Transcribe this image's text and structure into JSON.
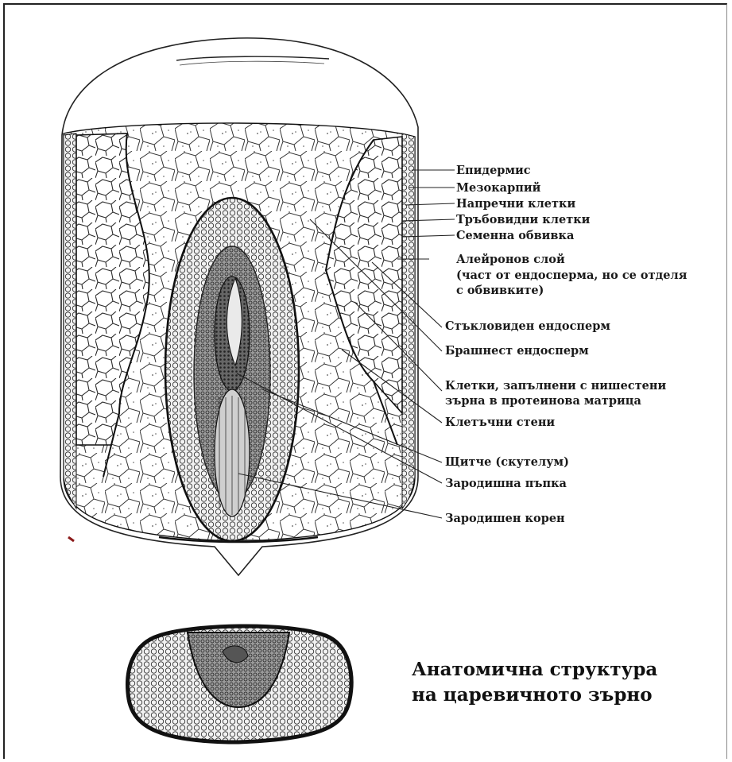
{
  "labels": {
    "epidermis": "Епидермис",
    "mesocarp": "Мезокарпий",
    "cross_cells": "Напречни клетки",
    "tube_cells": "Тръбовидни клетки",
    "seed_coat": "Семенна обвивка",
    "aleurone_1": "Алейронов слой",
    "aleurone_2": "(част от ендосперма, но се отделя",
    "aleurone_3": "с обвивките)",
    "horny_endosperm": "Стъкловиден ендосперм",
    "floury_endosperm": "Брашнест ендосперм",
    "starch_cells_1": "Клетки, запълнени с нишестени",
    "starch_cells_2": "зърна в протеинова матрица",
    "cell_walls": "Клетъчни стени",
    "scutellum": "Щитче (скутелум)",
    "plumule": "Зародишна пъпка",
    "radicle": "Зародишен корен"
  },
  "title": {
    "line1": "Анатомична структура",
    "line2": "на царевичното зърно"
  }
}
